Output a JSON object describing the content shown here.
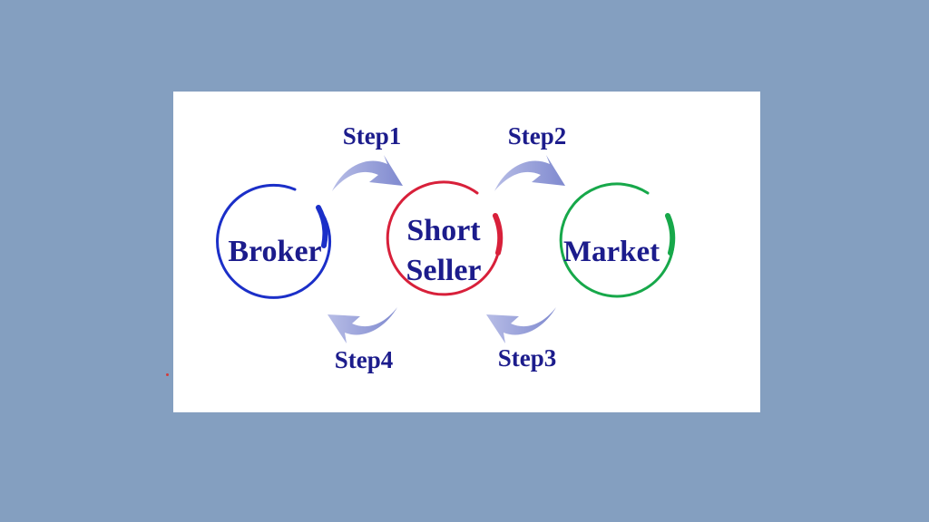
{
  "nodes": {
    "broker": {
      "label": "Broker",
      "color": "#1b2fc8"
    },
    "short_seller": {
      "line1": "Short",
      "line2": "Seller",
      "color": "#d8203a"
    },
    "market": {
      "label": "Market",
      "color": "#17a84a"
    }
  },
  "steps": {
    "step1": "Step1",
    "step2": "Step2",
    "step3": "Step3",
    "step4": "Step4"
  },
  "colors": {
    "background": "#849fc0",
    "card": "#ffffff",
    "text": "#1c1c8c",
    "arrow": "#8f97d4"
  }
}
